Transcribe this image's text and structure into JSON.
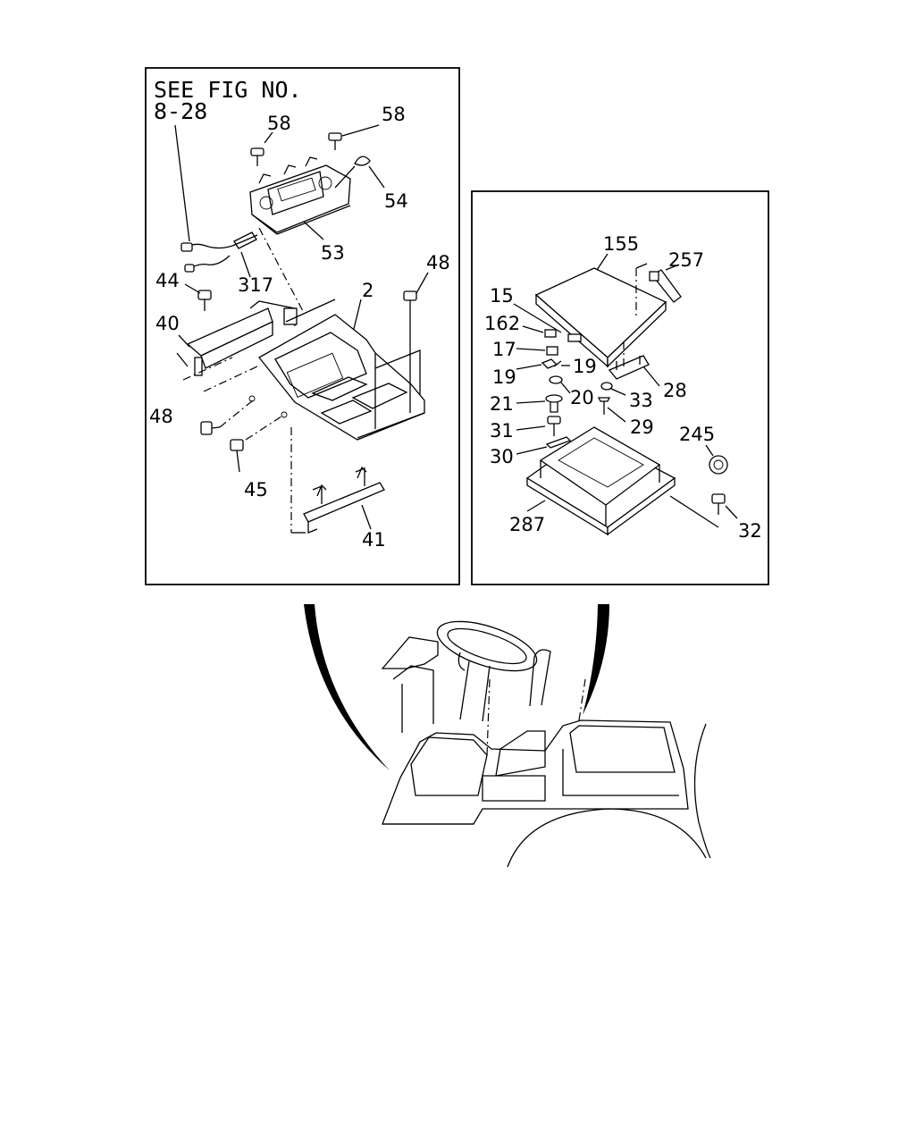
{
  "left_panel": {
    "note_line1": "SEE FIG NO.",
    "note_line2": "8-28",
    "labels": {
      "p58a": "58",
      "p58b": "58",
      "p54": "54",
      "p53": "53",
      "p317": "317",
      "p44": "44",
      "p48a": "48",
      "p2": "2",
      "p40": "40",
      "p48b": "48",
      "p45": "45",
      "p41": "41"
    }
  },
  "right_panel": {
    "labels": {
      "p155": "155",
      "p257": "257",
      "p15": "15",
      "p162": "162",
      "p17": "17",
      "p19a": "19",
      "p19b": "19",
      "p21": "21",
      "p20": "20",
      "p33": "33",
      "p28": "28",
      "p31": "31",
      "p29": "29",
      "p245": "245",
      "p30": "30",
      "p287": "287",
      "p32": "32"
    }
  }
}
